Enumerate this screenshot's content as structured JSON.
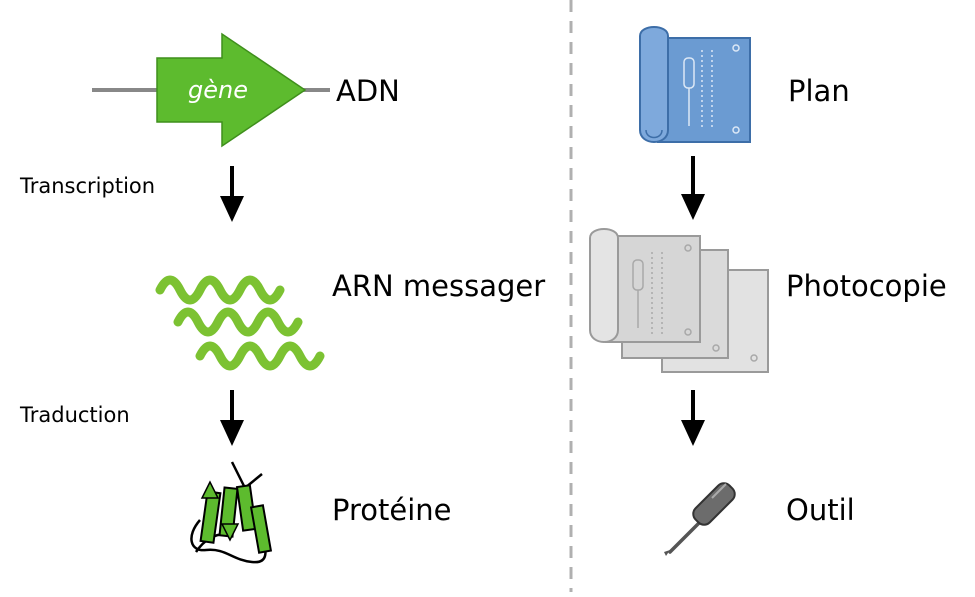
{
  "left": {
    "gene_label": "gène",
    "dna_label": "ADN",
    "transcription_label": "Transcription",
    "mrna_label": "ARN messager",
    "translation_label": "Traduction",
    "protein_label": "Protéine"
  },
  "right": {
    "blueprint_label": "Plan",
    "photocopy_label": "Photocopie",
    "tool_label": "Outil"
  },
  "colors": {
    "gene_green": "#5dbb2e",
    "mrna_green": "#7cc232",
    "blueprint_blue": "#6b9bd2",
    "blueprint_edge": "#3d6ea8",
    "copy_gray": "#d6d6d6",
    "copy_edge": "#9a9a9a",
    "divider": "#b0b0b0"
  }
}
